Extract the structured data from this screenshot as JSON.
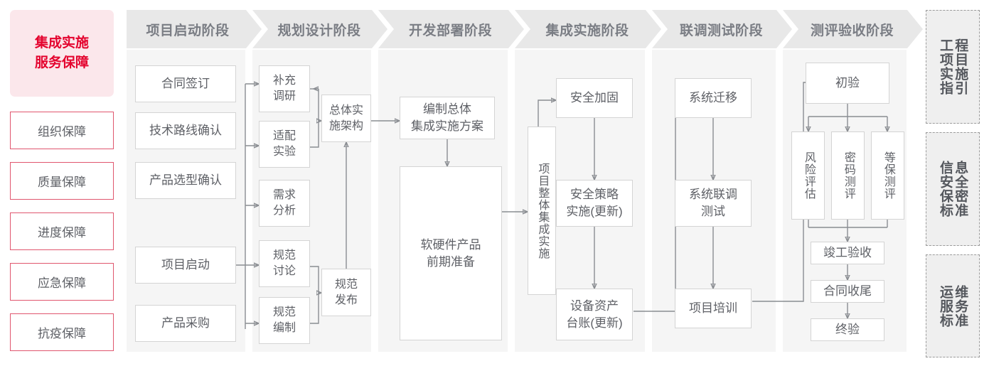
{
  "sidebar": {
    "title": "集成实施\n服务保障",
    "title_line1": "集成实施",
    "title_line2": "服务保障",
    "items": [
      {
        "label": "组织保障"
      },
      {
        "label": "质量保障"
      },
      {
        "label": "进度保障"
      },
      {
        "label": "应急保障"
      },
      {
        "label": "抗疫保障"
      }
    ],
    "accent_color": "#e4032e",
    "title_bg": "#fbe7eb",
    "item_border": "#e0566e"
  },
  "phases": [
    {
      "id": "p1",
      "header": "项目启动阶段"
    },
    {
      "id": "p2",
      "header": "规划设计阶段"
    },
    {
      "id": "p3",
      "header": "开发部署阶段"
    },
    {
      "id": "p4",
      "header": "集成实施阶段"
    },
    {
      "id": "p5",
      "header": "联调测试阶段"
    },
    {
      "id": "p6",
      "header": "测评验收阶段"
    }
  ],
  "nodes": {
    "p1": [
      {
        "label": "合同签订"
      },
      {
        "label": "技术路线确认"
      },
      {
        "label": "产品选型确认"
      },
      {
        "label": "项目启动"
      },
      {
        "label": "产品采购"
      }
    ],
    "p2": [
      {
        "label": "补充\n调研",
        "l1": "补充",
        "l2": "调研"
      },
      {
        "label": "适配\n实验",
        "l1": "适配",
        "l2": "实验"
      },
      {
        "label": "需求\n分析",
        "l1": "需求",
        "l2": "分析"
      },
      {
        "label": "规范\n讨论",
        "l1": "规范",
        "l2": "讨论"
      },
      {
        "label": "规范\n编制",
        "l1": "规范",
        "l2": "编制"
      },
      {
        "label": "总体实\n施架构",
        "l1": "总体实",
        "l2": "施架构"
      },
      {
        "label": "规范\n发布",
        "l1": "规范",
        "l2": "发布"
      }
    ],
    "p3": [
      {
        "label": "编制总体\n集成实施方案",
        "l1": "编制总体",
        "l2": "集成实施方案"
      },
      {
        "label": "软硬件产品\n前期准备",
        "l1": "软硬件产品",
        "l2": "前期准备"
      }
    ],
    "p4": [
      {
        "label": "项目整体集成实施"
      },
      {
        "label": "安全加固"
      },
      {
        "label": "安全策略\n实施(更新)",
        "l1": "安全策略",
        "l2": "实施(更新)"
      },
      {
        "label": "设备资产\n台账(更新)",
        "l1": "设备资产",
        "l2": "台账(更新)"
      }
    ],
    "p5": [
      {
        "label": "系统迁移"
      },
      {
        "label": "系统联调\n测试",
        "l1": "系统联调",
        "l2": "测试"
      },
      {
        "label": "项目培训"
      }
    ],
    "p6": [
      {
        "label": "初验"
      },
      {
        "label": "风险评估"
      },
      {
        "label": "密码测评"
      },
      {
        "label": "等保测评"
      },
      {
        "label": "竣工验收"
      },
      {
        "label": "合同收尾"
      },
      {
        "label": "终验"
      }
    ]
  },
  "standards": [
    {
      "col_right": "工项实指",
      "col_left": "程目施引",
      "full": "工程项目实施指引"
    },
    {
      "col_right": "信安保标",
      "col_left": "息全密准",
      "full": "信息安全保密标准"
    },
    {
      "col_right": "运服标",
      "col_left": "维务准",
      "full": "运维服务标准"
    }
  ],
  "colors": {
    "panel_bg": "#f5f5f5",
    "header_bg": "#e8e8e8",
    "node_border": "#d4d4d4",
    "text": "#5e6066",
    "wire": "#8a8d92"
  }
}
